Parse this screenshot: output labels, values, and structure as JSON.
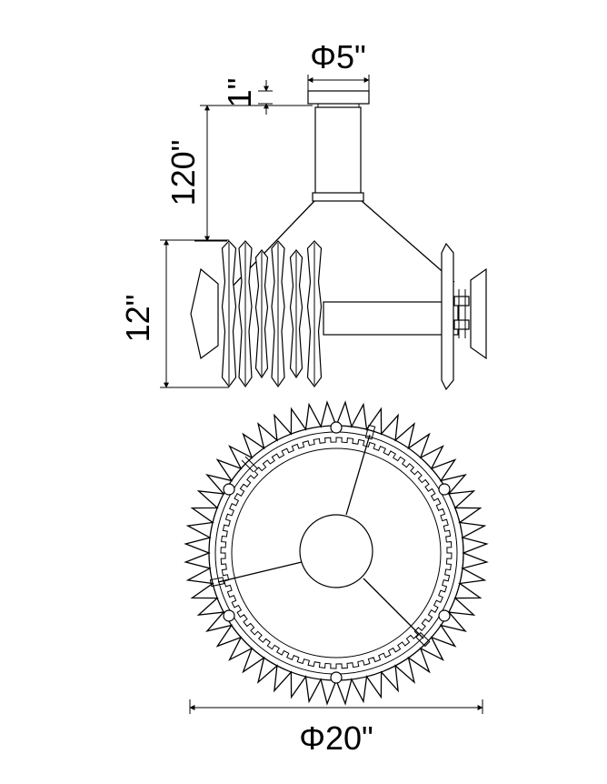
{
  "dimensions": {
    "canopy_diameter": "Φ5\"",
    "canopy_height": "1\"",
    "chain_length": "120\"",
    "body_height": "12\"",
    "overall_diameter": "Φ20\""
  },
  "colors": {
    "line": "#000000",
    "background": "#ffffff"
  }
}
